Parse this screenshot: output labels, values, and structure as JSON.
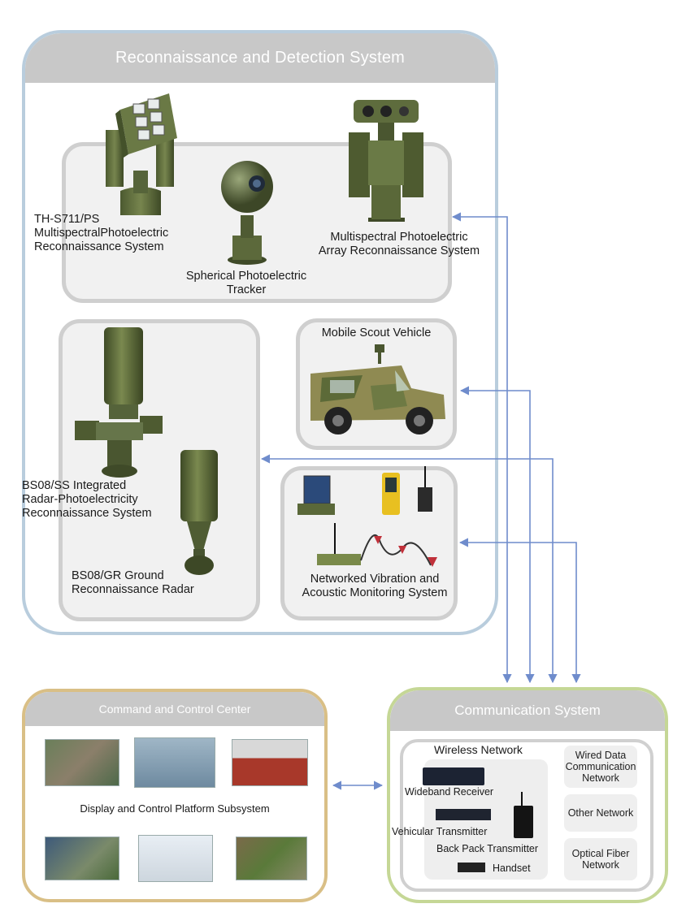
{
  "recon": {
    "title": "Reconnaissance and Detection System",
    "th_s711": "TH-S711/PS\nMultispectralPhotoelectric\nReconnaissance System",
    "spherical": "Spherical Photoelectric\nTracker",
    "array": "Multispectral Photoelectric\nArray Reconnaissance System",
    "vehicle": "Mobile Scout Vehicle",
    "bs08ss": "BS08/SS Integrated\nRadar-Photoelectricity\nReconnaissance System",
    "bs08gr": "BS08/GR Ground\nReconnaissance Radar",
    "vibration": "Networked Vibration and\nAcoustic Monitoring System"
  },
  "command": {
    "title": "Command and Control Center",
    "platform": "Display and Control Platform Subsystem"
  },
  "comm": {
    "title": "Communication System",
    "wireless": "Wireless Network",
    "wideband": "Wideband Receiver",
    "vehicular": "Vehicular Transmitter",
    "backpack": "Back Pack Transmitter",
    "handset": "Handset",
    "wired": "Wired Data\nCommunication\nNetwork",
    "other": "Other Network",
    "fiber": "Optical Fiber\nNetwork"
  },
  "colors": {
    "recon_border": "#b9cddd",
    "header_gray": "#c8c8c8",
    "command_border": "#d9bf86",
    "comm_border": "#c5d796",
    "arrow": "#6f8ccc",
    "olive": "#5d6b3c"
  }
}
